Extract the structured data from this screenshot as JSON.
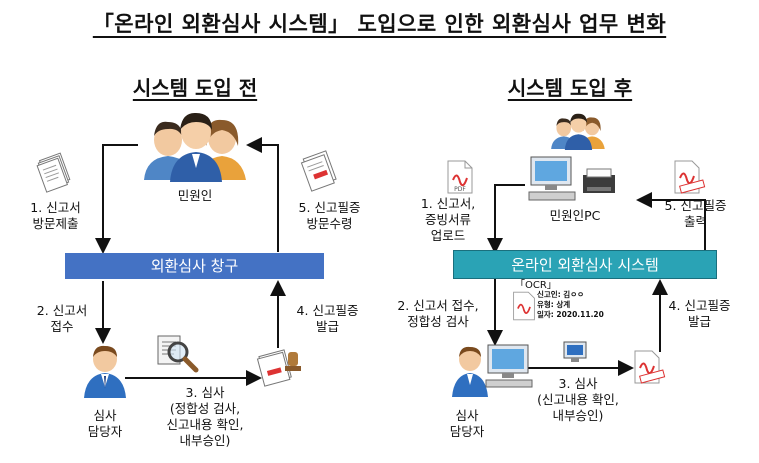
{
  "title": "「온라인 외환심사 시스템」 도입으로 인한 외환심사 업무 변화",
  "before": {
    "heading": "시스템 도입 전",
    "applicant_label": "민원인",
    "desk_label": "외환심사 창구",
    "officer_label": [
      "심사",
      "담당자"
    ],
    "steps": {
      "s1": [
        "1. 신고서",
        "방문제출"
      ],
      "s2": [
        "2. 신고서",
        "접수"
      ],
      "s3": [
        "3. 심사",
        "(정합성 검사,",
        "신고내용 확인,",
        "내부승인)"
      ],
      "s4": [
        "4. 신고필증",
        "발급"
      ],
      "s5": [
        "5. 신고필증",
        "방문수령"
      ]
    }
  },
  "after": {
    "heading": "시스템 도입 후",
    "applicant_label": "민원인PC",
    "system_label": "온라인 외환심사 시스템",
    "officer_label": [
      "심사",
      "담당자"
    ],
    "ocr": {
      "tag": "「OCR」",
      "line1": "신고인: 김ㅇㅇ",
      "line2": "유형: 상계",
      "line3": "일자: 2020.11.20"
    },
    "pdf_text": "PDF",
    "steps": {
      "s1": [
        "1. 신고서,",
        "증빙서류",
        "업로드"
      ],
      "s2": [
        "2. 신고서 접수,",
        "정합성 검사"
      ],
      "s3": [
        "3. 심사",
        "(신고내용 확인,",
        "내부승인)"
      ],
      "s4": [
        "4. 신고필증",
        "발급"
      ],
      "s5": [
        "5. 신고필증",
        "출력"
      ]
    }
  },
  "colors": {
    "desk_bar": "#4472c4",
    "system_bar": "#2aa3b5",
    "arrow": "#111111"
  }
}
